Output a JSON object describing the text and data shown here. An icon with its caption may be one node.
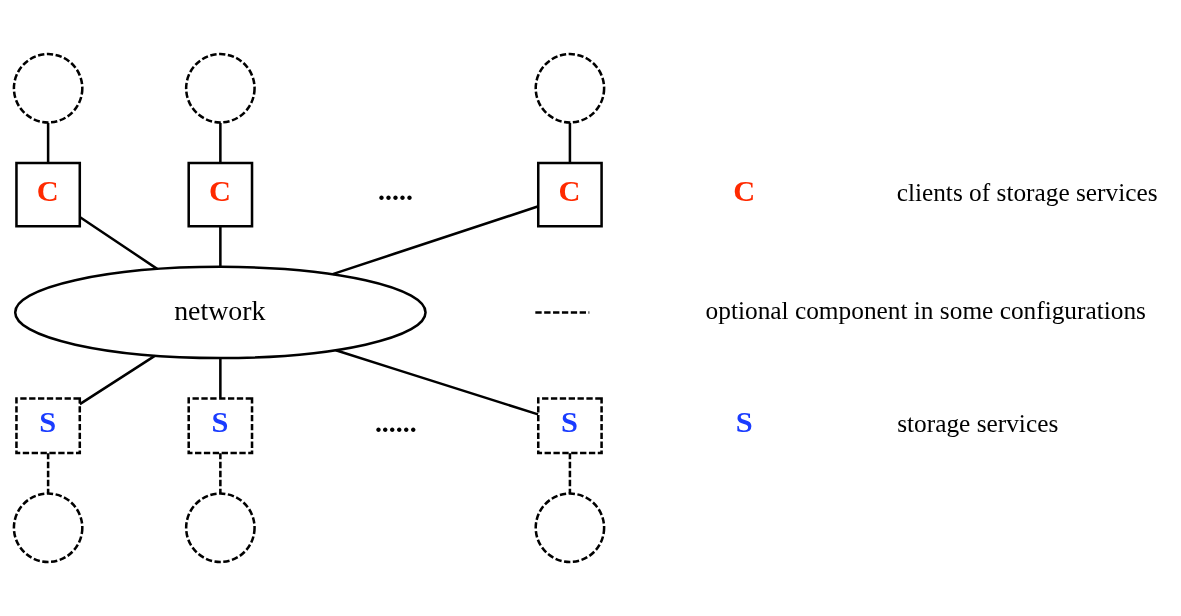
{
  "diagram": {
    "nodes": [
      {
        "text": [],
        "shape": "circle"
      },
      {
        "text": [],
        "shape": "circle"
      },
      {
        "text": [],
        "shape": "circle"
      },
      {
        "text": [
          "C"
        ]
      },
      {
        "text": [
          "C"
        ]
      },
      {
        "text": [
          "C"
        ]
      },
      {
        "text": [
          "network"
        ]
      },
      {
        "text": [
          "S"
        ]
      },
      {
        "text": [
          "S"
        ]
      },
      {
        "text": [
          "S"
        ]
      },
      {
        "text": [],
        "shape": "circle"
      },
      {
        "text": [],
        "shape": "circle"
      },
      {
        "text": [],
        "shape": "circle"
      }
    ],
    "edges": [
      {
        "from": 0,
        "to": 3,
        "arrow": "none"
      },
      {
        "from": 1,
        "to": 4,
        "arrow": "none"
      },
      {
        "from": 2,
        "to": 5,
        "arrow": "none"
      },
      {
        "from": 3,
        "to": 6,
        "arrow": "none"
      },
      {
        "from": 4,
        "to": 6,
        "arrow": "none"
      },
      {
        "from": 5,
        "to": 6,
        "arrow": "none"
      },
      {
        "from": 6,
        "to": 7,
        "arrow": "none"
      },
      {
        "from": 6,
        "to": 8,
        "arrow": "none"
      },
      {
        "from": 6,
        "to": 9,
        "arrow": "none"
      },
      {
        "from": 7,
        "to": 10,
        "arrow": "none",
        "style": "dashed"
      },
      {
        "from": 8,
        "to": 11,
        "arrow": "none",
        "style": "dashed"
      },
      {
        "from": 9,
        "to": 12,
        "arrow": "none",
        "style": "dashed"
      }
    ],
    "labels": [
      ".....",
      "C",
      "......",
      "S"
    ],
    "legend": [
      {
        "text": "clients of storage services"
      },
      {
        "text": "optional component in some configurations"
      },
      {
        "text": "storage services"
      }
    ]
  }
}
